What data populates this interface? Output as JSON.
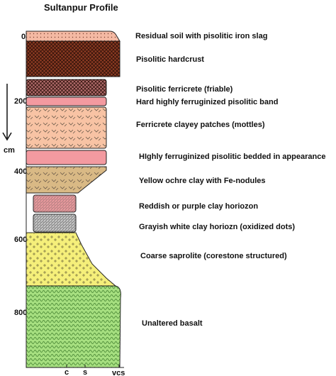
{
  "title": "Sultanpur Profile",
  "axis": {
    "unit": "cm",
    "ticks": [
      "0",
      "200",
      "400",
      "600",
      "800"
    ]
  },
  "grain_axis": [
    "c",
    "s",
    "vcs"
  ],
  "layers": [
    {
      "label": "Residual soil with pisolitic iron slag",
      "color": "#f4b9a3",
      "pattern": "dots"
    },
    {
      "label": "Pisolitic hardcrust",
      "color": "#8b3a22",
      "pattern": "crosshatch"
    },
    {
      "label": "Pisolitic ferricrete (friable)",
      "color": "#b06a6a",
      "pattern": "crosshatch"
    },
    {
      "label": "Hard highly ferruginized pisolitic band",
      "color": "#f39aa0",
      "pattern": "plain"
    },
    {
      "label": "Ferricrete clayey patches (mottles)",
      "color": "#f8c3a4",
      "pattern": "chevrons"
    },
    {
      "label": "HIghly ferruginized pisolitic bedded in appearance",
      "color": "#f39aa0",
      "pattern": "plain"
    },
    {
      "label": "Yellow ochre clay with Fe-nodules",
      "color": "#d9b985",
      "pattern": "chevrons"
    },
    {
      "label": "Reddish or purple clay horiozon",
      "color": "#e99a9d",
      "pattern": "hatch"
    },
    {
      "label": "Grayish white clay horiozn (oxidized dots)",
      "color": "#c7c7c7",
      "pattern": "hatch"
    },
    {
      "label": "Coarse saprolite (corestone structured)",
      "color": "#f5ef7a",
      "pattern": "crosses"
    },
    {
      "label": "Unaltered basalt",
      "color": "#a6df80",
      "pattern": "waves"
    }
  ]
}
